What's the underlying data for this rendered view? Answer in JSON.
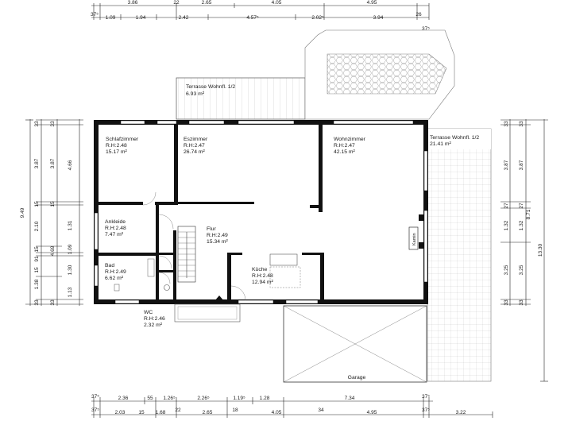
{
  "rooms": [
    {
      "name": "Schlafzimmer",
      "height": "R.H:2.48",
      "area": "15.17 m²"
    },
    {
      "name": "Eszimmer",
      "height": "R.H:2.47",
      "area": "26.74 m²"
    },
    {
      "name": "Wohnzimmer",
      "height": "R.H:2.47",
      "area": "42.15 m²"
    },
    {
      "name": "Ankleide",
      "height": "R.H:2.48",
      "area": "7.47 m²"
    },
    {
      "name": "Flur",
      "height": "R.H:2.49",
      "area": "15.34 m²"
    },
    {
      "name": "Bad",
      "height": "R.H:2.49",
      "area": "6.62 m²"
    },
    {
      "name": "Küche",
      "height": "R.H:2.48",
      "area": "12.94 m²"
    },
    {
      "name": "WC",
      "height": "R.H:2.46",
      "area": "2.32 m²"
    }
  ],
  "terraces": [
    {
      "name": "Terrasse Wohnfl. 1/2",
      "area": "6.93 m²"
    },
    {
      "name": "Terrasse Wohnfl. 1/2",
      "area": "21.41 m²"
    }
  ],
  "labels": {
    "garage": "Garage",
    "kamin": "Kamin"
  },
  "dims": {
    "top_row1": [
      "3.86",
      "22",
      "2.65",
      "4.05",
      "4.95"
    ],
    "top_row2": [
      "37⁵",
      "1.09",
      "1.94",
      "2.42",
      "4.57⁵",
      "2.02⁵",
      "3.94",
      "26"
    ],
    "top_right": "37⁵",
    "bottom_row1": [
      "37⁵",
      "2.36",
      "55",
      "1.26⁵",
      "2.26⁵",
      "1.19⁵",
      "1.28",
      "7.34",
      "37⁵"
    ],
    "bottom_row2": [
      "37⁵",
      "2.03",
      "15",
      "1.68",
      "22",
      "2.65",
      "18",
      "4.05",
      "34",
      "4.95",
      "37⁵",
      "3.22"
    ],
    "left_a": [
      "33",
      "3.87",
      "15",
      "2.10",
      "15",
      "91",
      "15",
      "1.38",
      "33"
    ],
    "left_b": [
      "33",
      "3.87",
      "15",
      "1.09",
      "1.30",
      "1.13",
      "33"
    ],
    "left_c": [
      "4.66",
      "1.31",
      "4.69"
    ],
    "left_total": "9.49",
    "right_a": [
      "33",
      "3.87",
      "27",
      "1.32",
      "3.25",
      "33"
    ],
    "right_b": [
      "33",
      "3.87",
      "27",
      "1.32",
      "3.25",
      "33"
    ],
    "right_c": "8.71",
    "right_total": "13.30"
  }
}
